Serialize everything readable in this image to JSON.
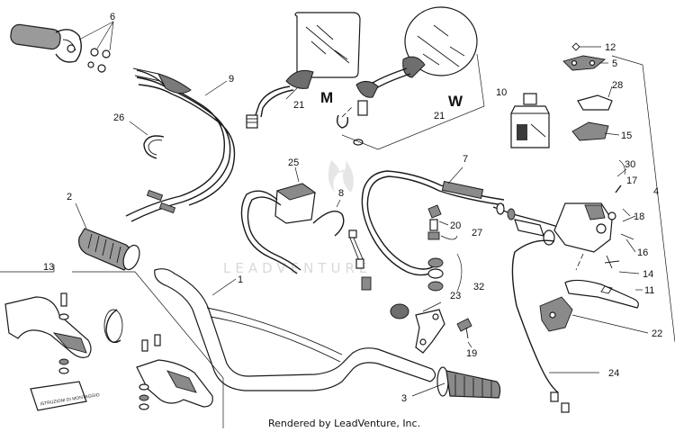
{
  "callouts": {
    "c1": "1",
    "c2": "2",
    "c3": "3",
    "c4": "4",
    "c5": "5",
    "c6": "6",
    "c7": "7",
    "c8": "8",
    "c9": "9",
    "c10": "10",
    "c11": "11",
    "c12": "12",
    "c13": "13",
    "c14": "14",
    "c15": "15",
    "c16": "16",
    "c17": "17",
    "c18": "18",
    "c19": "19",
    "c20": "20",
    "c21a": "21",
    "c21b": "21",
    "c22": "22",
    "c23": "23",
    "c24": "24",
    "c25": "25",
    "c26": "26",
    "c27": "27",
    "c28": "28",
    "c30": "30",
    "c32": "32"
  },
  "letters": {
    "m": "M",
    "w": "W"
  },
  "watermark": "LEADVENTURE",
  "footer": "Rendered by LeadVenture, Inc.",
  "booklet_text": "ISTRUZIONI DI MONTAGGIO"
}
